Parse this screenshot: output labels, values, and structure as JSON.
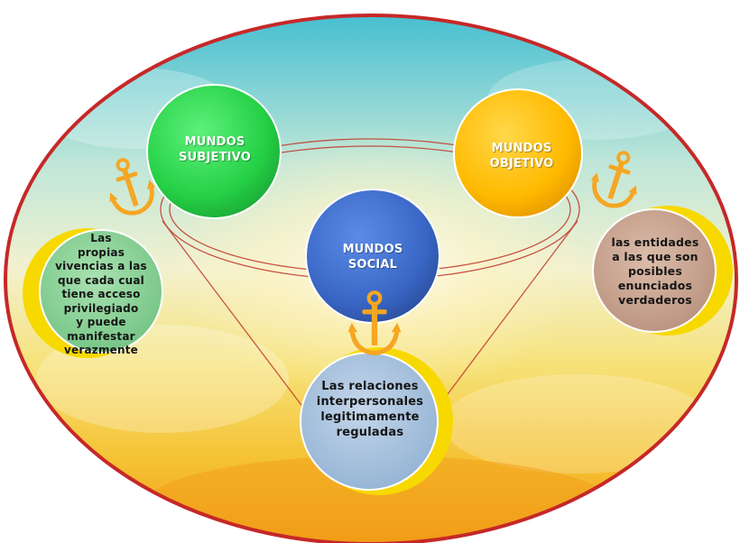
{
  "colors": {
    "frame_border": "#c62828",
    "sky_top": "#5fc9d6",
    "sky_mid": "#e9f4d6",
    "sun_yellow": "#f6d43a",
    "sun_orange": "#f2a51a",
    "subjetivo": "#2edc4c",
    "objetivo": "#ffbf00",
    "social": "#3f6fd0",
    "desc_subjetivo": "#8fd39a",
    "desc_objetivo": "#cba896",
    "desc_social": "#a9c3df",
    "anchor": "#f5a623",
    "crescent": "#f7d900"
  },
  "nodes": {
    "subjetivo": {
      "title": "MUNDOS\nSUBJETIVO"
    },
    "objetivo": {
      "title": "MUNDOS\nOBJETIVO"
    },
    "social": {
      "title": "MUNDOS\nSOCIAL"
    }
  },
  "descriptions": {
    "subjetivo": "Las\npropias\nvivencias a las\nque cada cual\ntiene acceso\nprivilegiado\ny puede\nmanifestar\nverazmente",
    "objetivo": "las entidades\na las que son\nposibles\nenunciados\nverdaderos",
    "social": "Las relaciones\ninterpersonales\nlegitimamente\nreguladas"
  },
  "icons": {
    "anchor_left": "anchor-icon",
    "anchor_right": "anchor-icon",
    "anchor_center": "anchor-icon"
  }
}
